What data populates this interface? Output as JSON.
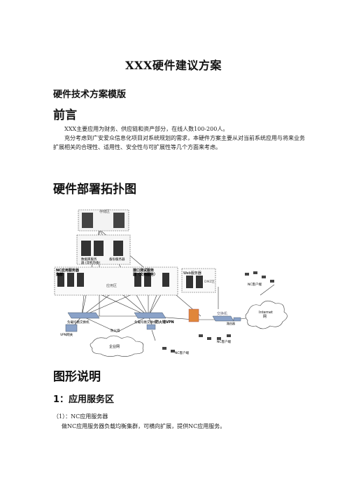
{
  "doc": {
    "title": "XXX硬件建议方案",
    "subtitle": "硬件技术方案模版",
    "sections": {
      "preface": {
        "heading": "前言",
        "p1": "XXX主要应用为财务、供应链和资产部分，在线人数100-200人。",
        "p2": "充分考虑到广安爱众信息化项目对系统规划的需求，本硬件方案主要从对当前系统应用与将来业务扩展相关的合理性、适用性、安全性与可扩展性等几个方面来考虑。"
      },
      "topology": {
        "heading": "硬件部署拓扑图"
      },
      "legend": {
        "heading": "图形说明",
        "sub1": "1：应用服务区",
        "item1": "（1）：NC应用服务器",
        "item1_desc": "做NC应用服务器负载均衡集群，可横向扩展，提供NC应用服务。"
      }
    }
  },
  "diagram": {
    "storage_label": "存储区",
    "db_label_a": "数据库服务",
    "db_label_b": "器 (双机热备)",
    "db_label_c": "备份服务器",
    "app_zone_label": "应用区",
    "nc_app_label_a": "NC应用服务器",
    "nc_app_label_b": "集群",
    "iface_label_a": "接口测试服务",
    "iface_label_b": "器（文档服务）",
    "web_label": "Web服务器",
    "dmz_label": "DMZ区",
    "switch_a": "负载均衡交换机",
    "switch_b": "负载均衡交换机",
    "firewall_label": "防火墙VPN",
    "switch_c": "交换机",
    "router_label": "路由器",
    "internet_label_a": "Internet",
    "internet_label_b": "网",
    "nc_client_a": "NC客户端",
    "nc_client_b": "NC客户端",
    "nc_client_c": "NC客户端",
    "vpn_gateway": "VPN网关",
    "firewall_b": "防火墙",
    "enterprise_net": "企业网"
  },
  "colors": {
    "text": "#111111",
    "line": "#333333",
    "firewall": "#e0863a",
    "switch": "#8aa2c8"
  }
}
